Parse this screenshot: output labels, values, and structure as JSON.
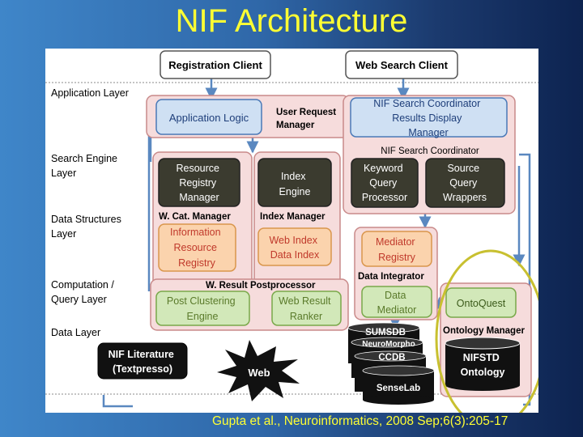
{
  "slide": {
    "title": "NIF Architecture",
    "citation": "Gupta et al., Neuroinformatics, 2008 Sep;6(3):205-17"
  },
  "layers": {
    "application": "Application Layer",
    "search_engine": [
      "Search Engine",
      "Layer"
    ],
    "data_structures": [
      "Data Structures",
      "Layer"
    ],
    "computation": [
      "Computation /",
      "Query Layer"
    ],
    "data": "Data Layer"
  },
  "clients": {
    "registration": "Registration Client",
    "web_search": "Web Search Client"
  },
  "application_layer": {
    "application_logic": "Application Logic",
    "user_request_manager": [
      "User Request",
      "Manager"
    ],
    "results_display": [
      "NIF Search Coordinator",
      "Results Display",
      "Manager"
    ],
    "search_coordinator_label": "NIF Search Coordinator"
  },
  "search_engine_layer": {
    "resource_registry_manager": [
      "Resource",
      "Registry",
      "Manager"
    ],
    "index_engine": [
      "Index",
      "Engine"
    ],
    "keyword_query_processor": [
      "Keyword",
      "Query",
      "Processor"
    ],
    "source_query_wrappers": [
      "Source",
      "Query",
      "Wrappers"
    ]
  },
  "data_structures_layer": {
    "w_cat_manager_label": "W. Cat. Manager",
    "index_manager_label": "Index Manager",
    "information_resource_registry": [
      "Information",
      "Resource",
      "Registry"
    ],
    "web_index": [
      "Web Index",
      "Data Index"
    ],
    "mediator_registry": [
      "Mediator",
      "Registry"
    ],
    "data_integrator_label": "Data Integrator"
  },
  "computation_layer": {
    "w_result_postprocessor_label": "W. Result Postprocessor",
    "post_clustering_engine": [
      "Post Clustering",
      "Engine"
    ],
    "web_result_ranker": [
      "Web Result",
      "Ranker"
    ],
    "data_mediator": [
      "Data",
      "Mediator"
    ],
    "ontoquest": "OntoQuest"
  },
  "data_layer": {
    "nif_literature": [
      "NIF Literature",
      "(Textpresso)"
    ],
    "web": "Web",
    "databases": [
      "SUMSDB",
      "NeuroMorpho",
      "CCDB",
      "SenseLab"
    ],
    "ontology_manager_label": "Ontology Manager",
    "nifstd": [
      "NIFSTD",
      "Ontology"
    ]
  },
  "colors": {
    "title": "#ffff33",
    "blue_box": "#cfe0f3",
    "blue_border": "#4a79b7",
    "pink_group": "#f6dcdc",
    "pink_border": "#c98a8a",
    "dark_box": "#3b3b2f",
    "green_box": "#d2e8b9",
    "green_border": "#79a84a",
    "orange_box": "#fbd3ad",
    "orange_border": "#d9964c",
    "orange_text": "#c0392b",
    "highlight_ring": "#c8c030",
    "arrow": "#5a88c0"
  }
}
